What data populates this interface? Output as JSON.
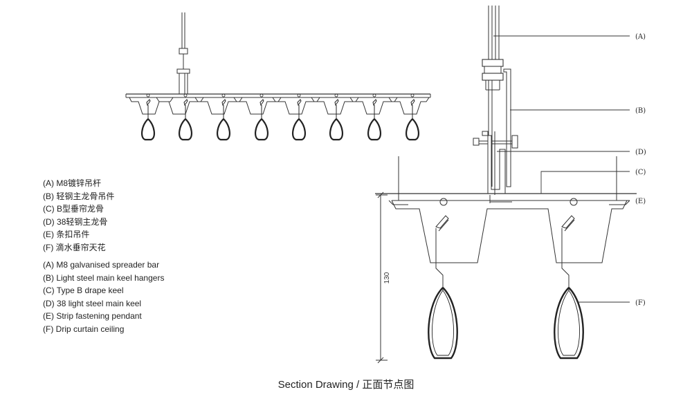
{
  "legend_cn": [
    {
      "letter": "(A)",
      "text": "M8镀锌吊杆"
    },
    {
      "letter": "(B)",
      "text": "轻钢主龙骨吊件"
    },
    {
      "letter": "(C)",
      "text": "B型垂帘龙骨"
    },
    {
      "letter": "(D)",
      "text": "38轻钢主龙骨"
    },
    {
      "letter": "(E)",
      "text": "条扣吊件"
    },
    {
      "letter": "(F)",
      "text": "滴水垂帘天花"
    }
  ],
  "legend_en": [
    {
      "letter": "(A)",
      "text": "M8 galvanised spreader bar"
    },
    {
      "letter": "(B)",
      "text": "Light steel main keel hangers"
    },
    {
      "letter": "(C)",
      "text": "Type B drape keel"
    },
    {
      "letter": "(D)",
      "text": "38 light steel main keel"
    },
    {
      "letter": "(E)",
      "text": "Strip fastening pendant"
    },
    {
      "letter": "(F)",
      "text": "Drip curtain ceiling"
    }
  ],
  "callouts": {
    "a": "(A)",
    "b": "(B)",
    "d": "(D)",
    "c": "(C)",
    "e": "(E)",
    "f": "(F)"
  },
  "dimension": "130",
  "caption": "Section Drawing / 正面节点图"
}
